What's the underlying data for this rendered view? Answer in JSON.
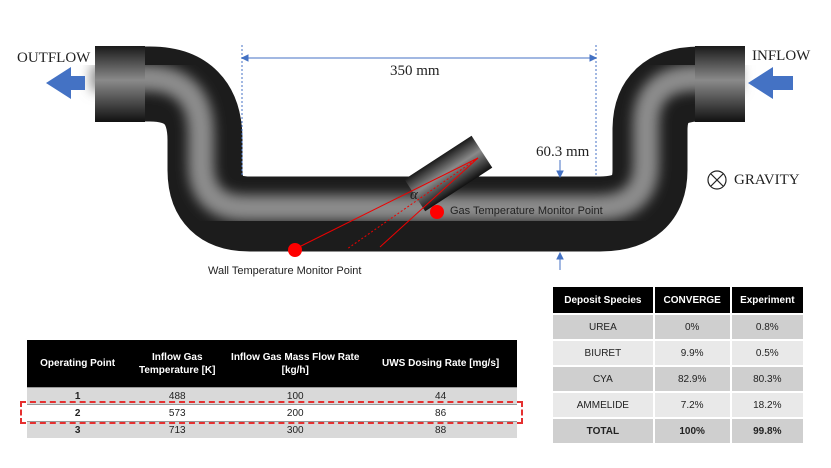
{
  "labels": {
    "outflow": "OUTFLOW",
    "inflow": "INFLOW",
    "length_dim": "350 mm",
    "diameter_dim": "60.3 mm",
    "gravity": "GRAVITY",
    "angle": "α",
    "gas_monitor": "Gas Temperature Monitor Point",
    "wall_monitor": "Wall Temperature Monitor Point"
  },
  "colors": {
    "arrow": "#4472c4",
    "monitor": "#ff0000",
    "highlight": "#e53030"
  },
  "operating_table": {
    "headers": [
      "Operating Point",
      "Inflow Gas Temperature [K]",
      "Inflow Gas Mass Flow Rate [kg/h]",
      "UWS Dosing Rate [mg/s]"
    ],
    "rows": [
      [
        "1",
        "488",
        "100",
        "44"
      ],
      [
        "2",
        "573",
        "200",
        "86"
      ],
      [
        "3",
        "713",
        "300",
        "88"
      ]
    ],
    "highlighted_row": "2"
  },
  "deposit_table": {
    "headers": [
      "Deposit Species",
      "CONVERGE",
      "Experiment"
    ],
    "rows": [
      [
        "UREA",
        "0%",
        "0.8%"
      ],
      [
        "BIURET",
        "9.9%",
        "0.5%"
      ],
      [
        "CYA",
        "82.9%",
        "80.3%"
      ],
      [
        "AMMELIDE",
        "7.2%",
        "18.2%"
      ],
      [
        "TOTAL",
        "100%",
        "99.8%"
      ]
    ]
  }
}
